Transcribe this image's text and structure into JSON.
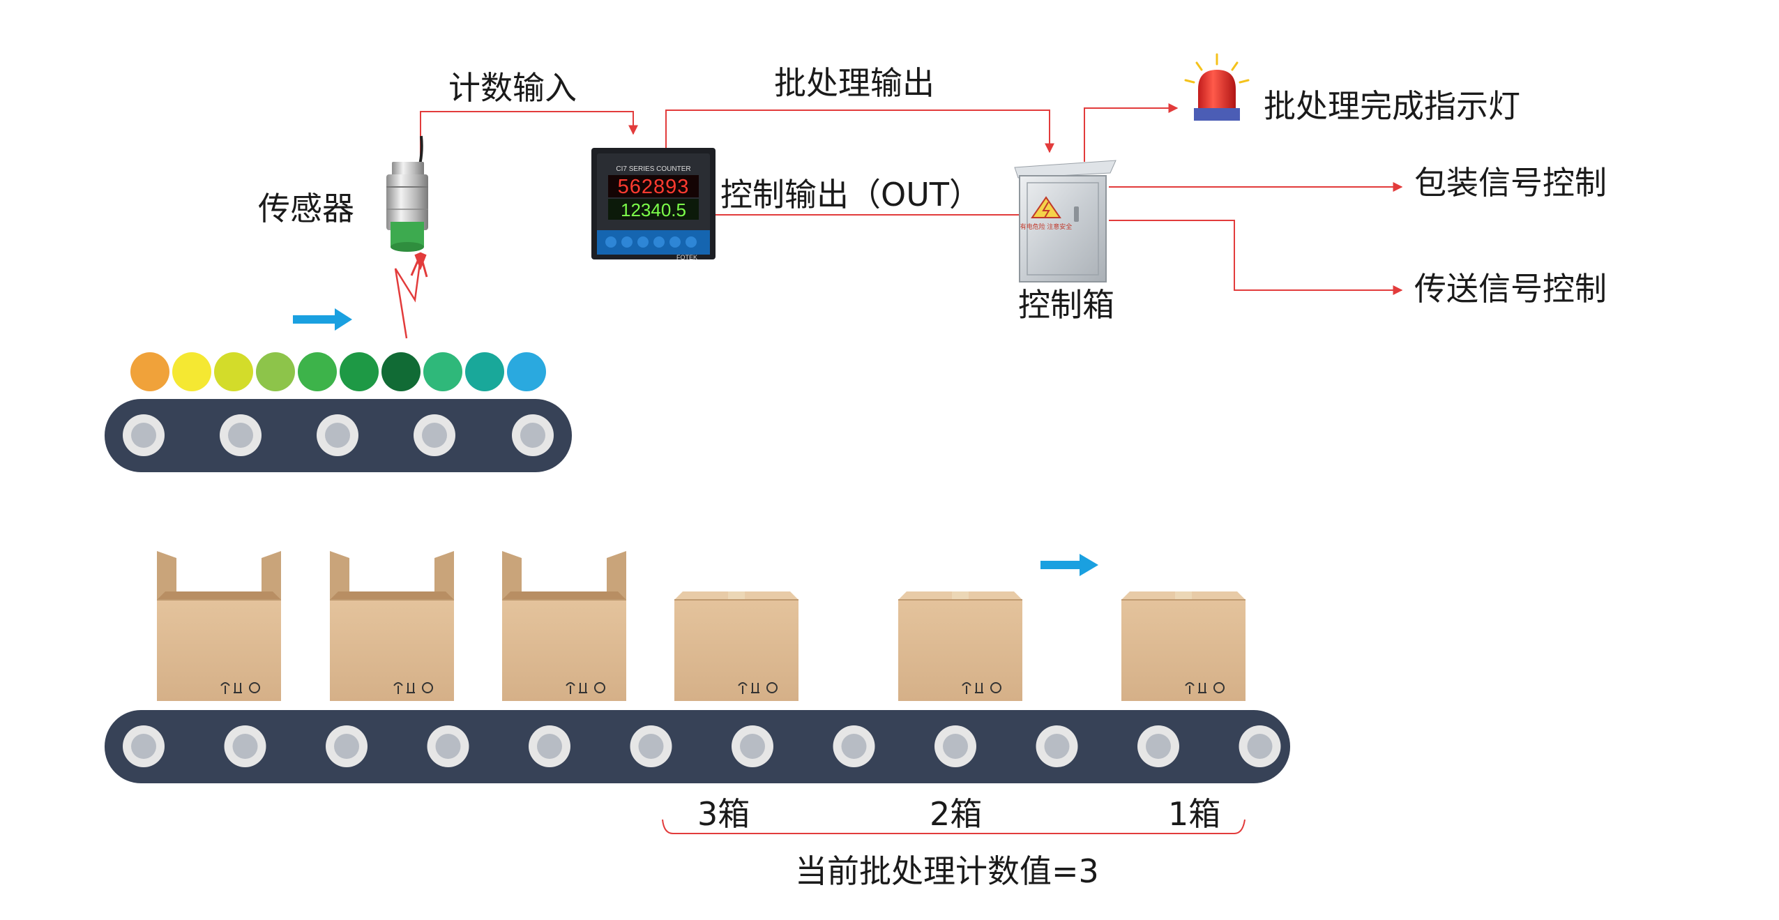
{
  "labels": {
    "count_input": "计数输入",
    "batch_output": "批处理输出",
    "batch_done_light": "批处理完成指示灯",
    "sensor": "传感器",
    "control_output": "控制输出（OUT）",
    "packing_signal": "包装信号控制",
    "convey_signal": "传送信号控制",
    "control_box": "控制箱",
    "box3": "3箱",
    "box2": "2箱",
    "box1": "1箱",
    "batch_count": "当前批处理计数值=3"
  },
  "counter": {
    "title": "CI7 SERIES COUNTER",
    "top_value": "562893",
    "bottom_value": "12340.5",
    "brand": "FOTEK"
  },
  "cabinet": {
    "warning_text": "有电危险 注意安全"
  },
  "colors": {
    "connector": "#e23b3b",
    "belt": "#374257",
    "roller_outer": "#e6e6e6",
    "roller_inner": "#b7bcc4",
    "direction_arrow": "#1aa0e0",
    "box": "#dbb88f",
    "box_dark": "#c9a47a",
    "tape": "#ecd7b6"
  },
  "items": [
    "#f0a23a",
    "#f5e832",
    "#d3dc2a",
    "#8dc44a",
    "#3db34a",
    "#1e9945",
    "#116b35",
    "#2fb87a",
    "#19a89a",
    "#2aa9df"
  ]
}
